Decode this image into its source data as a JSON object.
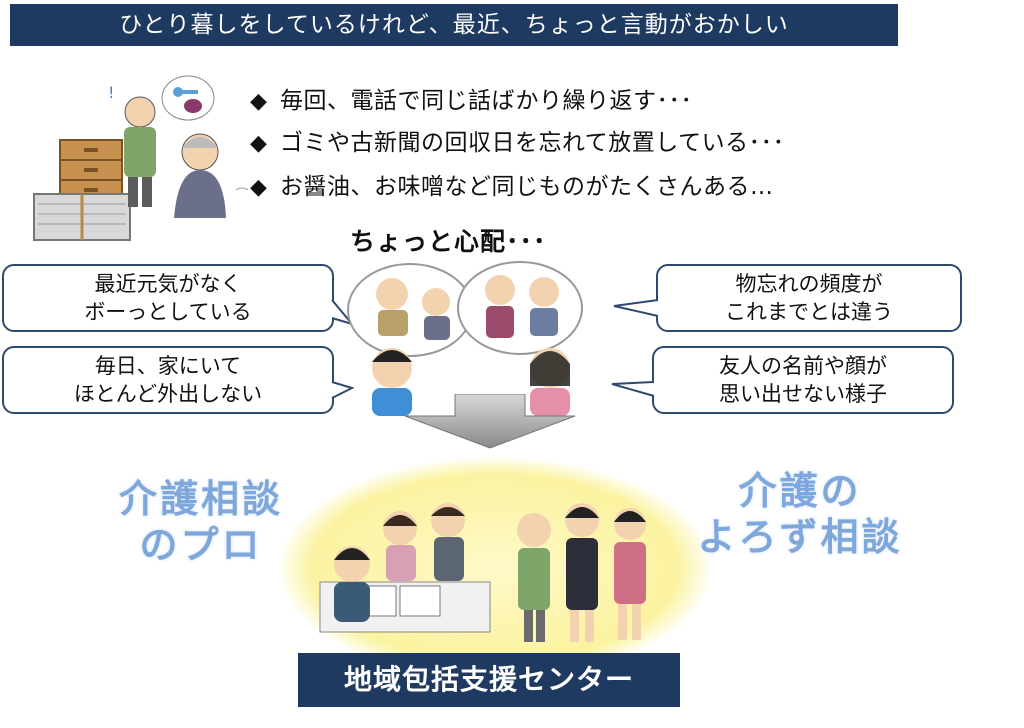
{
  "header": {
    "title": "ひとり暮しをしているけれど、最近、ちょっと言動がおかしい"
  },
  "bullets": [
    {
      "marker": "◆",
      "text": "毎回、電話で同じ話ばかり繰り返す･･･"
    },
    {
      "marker": "◆",
      "text": "ゴミや古新聞の回収日を忘れて放置している･･･"
    },
    {
      "marker": "◆",
      "text": "お醤油、お味噌など同じものがたくさんある…"
    }
  ],
  "worry": {
    "heading": "ちょっと心配･･･"
  },
  "bubbles": {
    "top_left": {
      "line1": "最近元気がなく",
      "line2": "ボーっとしている"
    },
    "bottom_left": {
      "line1": "毎日、家にいて",
      "line2": "ほとんど外出しない"
    },
    "top_right": {
      "line1": "物忘れの頻度が",
      "line2": "これまでとは違う"
    },
    "bottom_right": {
      "line1": "友人の名前や顔が",
      "line2": "思い出せない様子"
    }
  },
  "center": {
    "left_line1": "介護相談",
    "left_line2": "のプロ",
    "right_line1": "介護の",
    "right_line2": "よろず相談",
    "label": "地域包括支援センター"
  },
  "colors": {
    "navy": "#1f3a60",
    "glow_text": "#7ea7dc",
    "glow_bg": "#fdf7b0"
  }
}
